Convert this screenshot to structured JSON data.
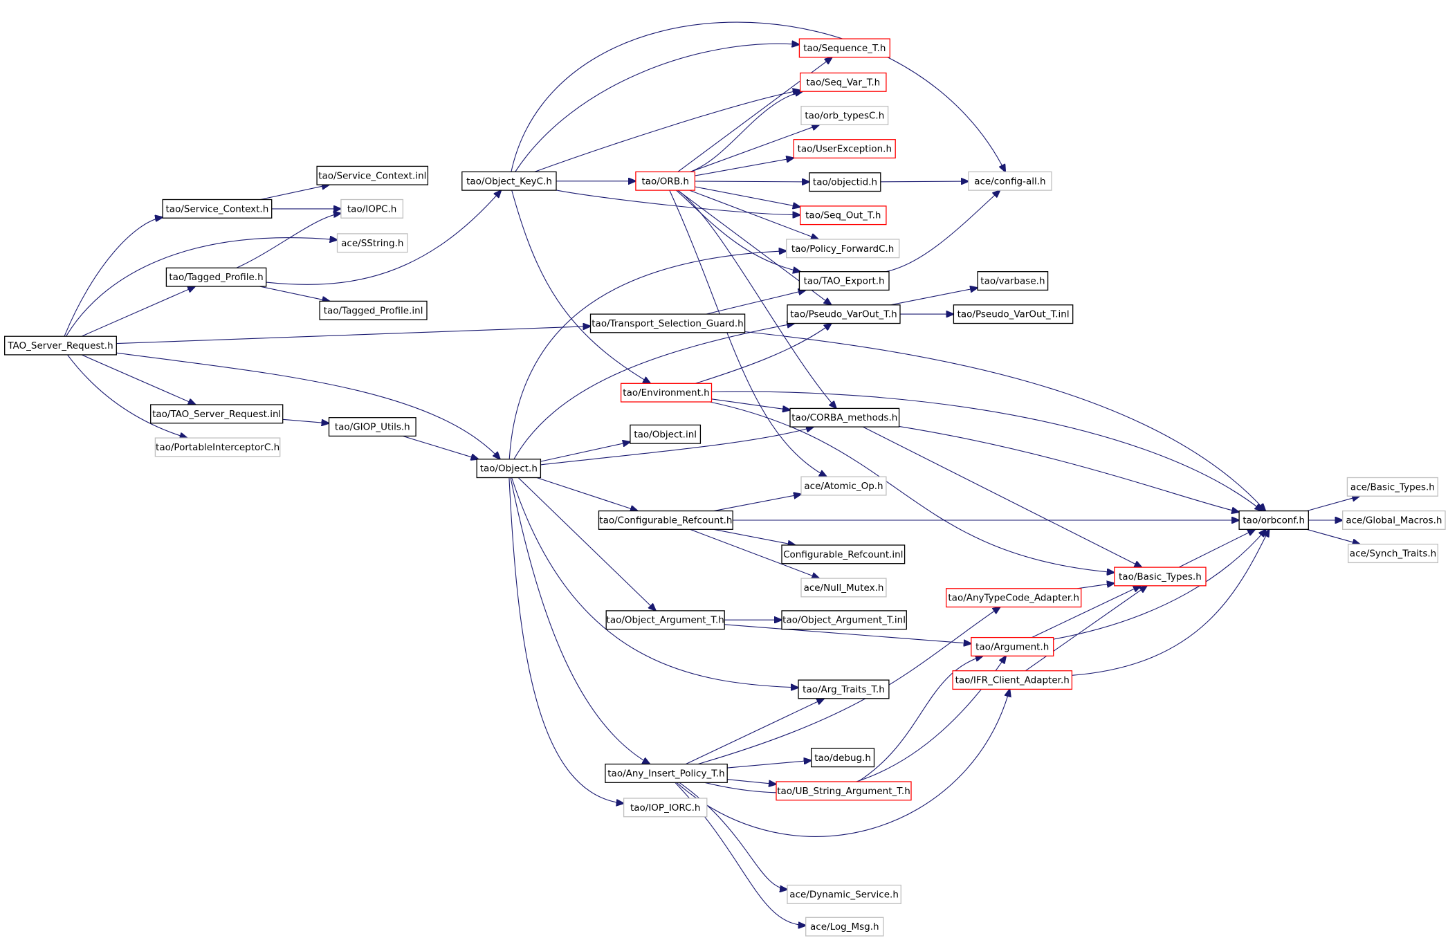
{
  "colors": {
    "edge": "#191970",
    "root_fill": "#bfbfbf",
    "border_black": "#000000",
    "border_red": "#ff0000",
    "border_gray": "#bfbfbf"
  },
  "nodes": [
    {
      "id": "root",
      "label": "TAO_Server_Request.h",
      "style": "root"
    },
    {
      "id": "service_context",
      "label": "tao/Service_Context.h",
      "style": "black"
    },
    {
      "id": "service_context_inl",
      "label": "tao/Service_Context.inl",
      "style": "black"
    },
    {
      "id": "iopc",
      "label": "tao/IOPC.h",
      "style": "gray"
    },
    {
      "id": "sstring",
      "label": "ace/SString.h",
      "style": "gray"
    },
    {
      "id": "tagged_profile",
      "label": "tao/Tagged_Profile.h",
      "style": "black"
    },
    {
      "id": "tagged_profile_inl",
      "label": "tao/Tagged_Profile.inl",
      "style": "black"
    },
    {
      "id": "tao_server_request_inl",
      "label": "tao/TAO_Server_Request.inl",
      "style": "black"
    },
    {
      "id": "portable_interceptor",
      "label": "tao/PortableInterceptorC.h",
      "style": "gray"
    },
    {
      "id": "giop_utils",
      "label": "tao/GIOP_Utils.h",
      "style": "black"
    },
    {
      "id": "object_keyc",
      "label": "tao/Object_KeyC.h",
      "style": "black"
    },
    {
      "id": "object_h",
      "label": "tao/Object.h",
      "style": "black"
    },
    {
      "id": "transport_selection_guard",
      "label": "tao/Transport_Selection_Guard.h",
      "style": "black"
    },
    {
      "id": "orb_h",
      "label": "tao/ORB.h",
      "style": "red"
    },
    {
      "id": "environment",
      "label": "tao/Environment.h",
      "style": "red"
    },
    {
      "id": "object_inl",
      "label": "tao/Object.inl",
      "style": "black"
    },
    {
      "id": "configurable_refcount",
      "label": "tao/Configurable_Refcount.h",
      "style": "black"
    },
    {
      "id": "object_argument_t",
      "label": "tao/Object_Argument_T.h",
      "style": "black"
    },
    {
      "id": "any_insert_policy",
      "label": "tao/Any_Insert_Policy_T.h",
      "style": "black"
    },
    {
      "id": "iop_iorc",
      "label": "tao/IOP_IORC.h",
      "style": "gray"
    },
    {
      "id": "sequence_t",
      "label": "tao/Sequence_T.h",
      "style": "red"
    },
    {
      "id": "seq_var_t",
      "label": "tao/Seq_Var_T.h",
      "style": "red"
    },
    {
      "id": "orb_typesc",
      "label": "tao/orb_typesC.h",
      "style": "gray"
    },
    {
      "id": "user_exception",
      "label": "tao/UserException.h",
      "style": "red"
    },
    {
      "id": "objectid",
      "label": "tao/objectid.h",
      "style": "black"
    },
    {
      "id": "seq_out_t",
      "label": "tao/Seq_Out_T.h",
      "style": "red"
    },
    {
      "id": "policy_forwardc",
      "label": "tao/Policy_ForwardC.h",
      "style": "gray"
    },
    {
      "id": "tao_export",
      "label": "tao/TAO_Export.h",
      "style": "black"
    },
    {
      "id": "pseudo_varout_t",
      "label": "tao/Pseudo_VarOut_T.h",
      "style": "black"
    },
    {
      "id": "corba_methods",
      "label": "tao/CORBA_methods.h",
      "style": "black"
    },
    {
      "id": "atomic_op",
      "label": "ace/Atomic_Op.h",
      "style": "gray"
    },
    {
      "id": "configurable_refcount_inl",
      "label": "Configurable_Refcount.inl",
      "style": "black"
    },
    {
      "id": "null_mutex",
      "label": "ace/Null_Mutex.h",
      "style": "gray"
    },
    {
      "id": "object_argument_t_inl",
      "label": "tao/Object_Argument_T.inl",
      "style": "black"
    },
    {
      "id": "arg_traits_t",
      "label": "tao/Arg_Traits_T.h",
      "style": "black"
    },
    {
      "id": "debug_h",
      "label": "tao/debug.h",
      "style": "black"
    },
    {
      "id": "ub_string_argument_t",
      "label": "tao/UB_String_Argument_T.h",
      "style": "red"
    },
    {
      "id": "dynamic_service",
      "label": "ace/Dynamic_Service.h",
      "style": "gray"
    },
    {
      "id": "log_msg",
      "label": "ace/Log_Msg.h",
      "style": "gray"
    },
    {
      "id": "config_all",
      "label": "ace/config-all.h",
      "style": "gray"
    },
    {
      "id": "varbase",
      "label": "tao/varbase.h",
      "style": "black"
    },
    {
      "id": "pseudo_varout_t_inl",
      "label": "tao/Pseudo_VarOut_T.inl",
      "style": "black"
    },
    {
      "id": "orbconf",
      "label": "tao/orbconf.h",
      "style": "black"
    },
    {
      "id": "basic_types_tao",
      "label": "tao/Basic_Types.h",
      "style": "red"
    },
    {
      "id": "anytypecode_adapter",
      "label": "tao/AnyTypeCode_Adapter.h",
      "style": "red"
    },
    {
      "id": "argument_h",
      "label": "tao/Argument.h",
      "style": "red"
    },
    {
      "id": "ifr_client_adapter",
      "label": "tao/IFR_Client_Adapter.h",
      "style": "red"
    },
    {
      "id": "ace_basic_types",
      "label": "ace/Basic_Types.h",
      "style": "gray"
    },
    {
      "id": "ace_global_macros",
      "label": "ace/Global_Macros.h",
      "style": "gray"
    },
    {
      "id": "ace_synch_traits",
      "label": "ace/Synch_Traits.h",
      "style": "gray"
    }
  ]
}
